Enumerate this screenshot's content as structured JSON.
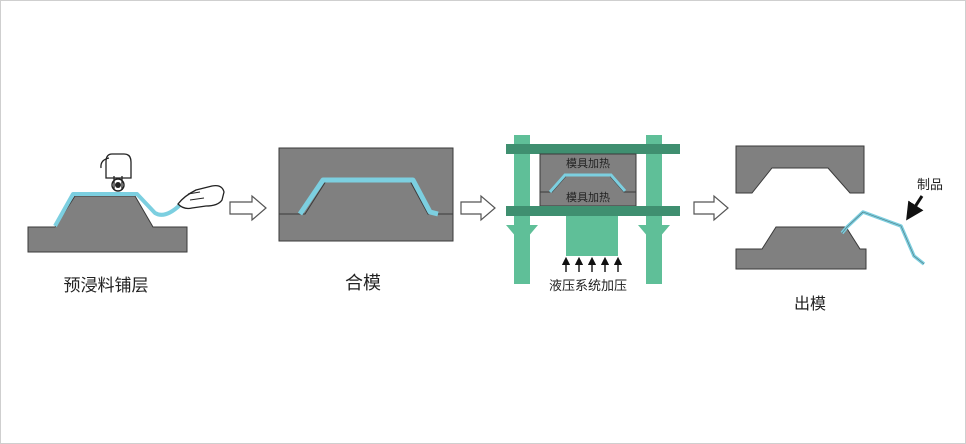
{
  "colors": {
    "mold": "#808080",
    "mold_stroke": "#3a3a3a",
    "prepreg": "#7ccfe0",
    "press": "#5fbf98",
    "press_dark": "#3f8f70",
    "arrow_outline": "#555555"
  },
  "steps": {
    "step1": {
      "label": "预浸料铺层"
    },
    "step2": {
      "label": "合模"
    },
    "step3": {
      "label": "液压系统加压",
      "upper_heat": "模具加热",
      "lower_heat": "模具加热"
    },
    "step4": {
      "label": "出模",
      "product": "制品"
    }
  },
  "icons": [
    "hand-press-icon",
    "hand-pull-icon",
    "process-arrow-icon",
    "hydraulic-arrow-icon",
    "product-pointer-icon"
  ]
}
